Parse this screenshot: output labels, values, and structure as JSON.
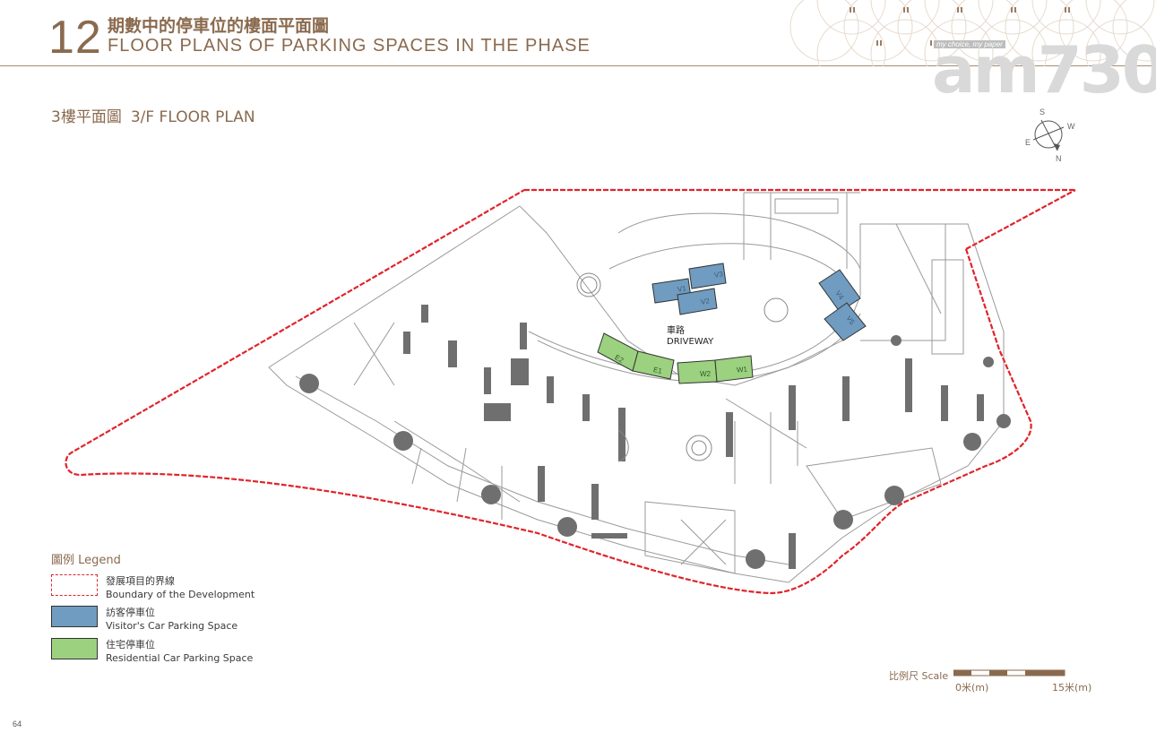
{
  "header": {
    "section_number": "12",
    "title_zh": "期數中的停車位的樓面平面圖",
    "title_en": "FLOOR PLANS OF PARKING SPACES IN THE PHASE"
  },
  "watermark": {
    "logo_text": "am730",
    "tagline": "my choice, my paper"
  },
  "floor_plan": {
    "title_zh": "3樓平面圖",
    "title_en": "3/F FLOOR PLAN",
    "driveway_zh": "車路",
    "driveway_en": "DRIVEWAY",
    "visitor_spaces": [
      "V1",
      "V3",
      "V2",
      "V4",
      "V5"
    ],
    "residential_spaces": [
      "E2",
      "E1",
      "W2",
      "W1"
    ]
  },
  "compass": {
    "s": "S",
    "w": "W",
    "e": "E",
    "n": "N"
  },
  "legend": {
    "title": "圖例 Legend",
    "items": [
      {
        "zh": "發展項目的界線",
        "en": "Boundary of the Development"
      },
      {
        "zh": "訪客停車位",
        "en": "Visitor's Car Parking Space"
      },
      {
        "zh": "住宅停車位",
        "en": "Residential Car Parking Space"
      }
    ]
  },
  "scale": {
    "label": "比例尺 Scale",
    "start": "0米(m)",
    "end": "15米(m)"
  },
  "page_number": "64",
  "colors": {
    "accent_brown": "#8a6a4e",
    "boundary_red": "#e0242b",
    "visitor_blue": "#6f9cc0",
    "residential_green": "#9bd17f"
  }
}
